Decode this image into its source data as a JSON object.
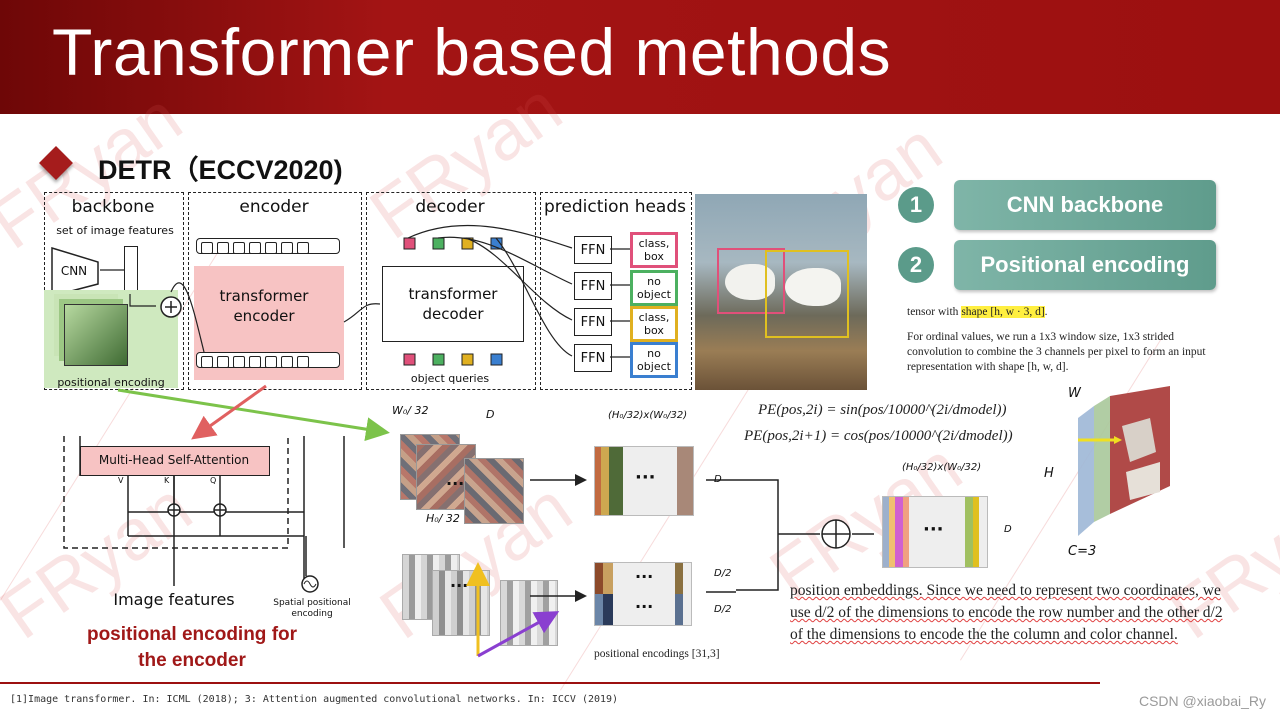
{
  "header": {
    "title": "Transformer based methods"
  },
  "section": {
    "title": "DETR（ECCV2020)"
  },
  "watermark": {
    "text": "FRyan"
  },
  "detr_diagram": {
    "backbone_label": "backbone",
    "encoder_label": "encoder",
    "decoder_label": "decoder",
    "heads_label": "prediction heads",
    "image_features": "set of image features",
    "cnn": "CNN",
    "positional_encoding": "positional encoding",
    "transformer_encoder": "transformer encoder",
    "transformer_decoder": "transformer decoder",
    "object_queries": "object queries",
    "ffn": "FFN",
    "outputs": [
      "class, box",
      "no object",
      "class, box",
      "no object"
    ],
    "query_colors": [
      "#e0507a",
      "#4cb060",
      "#e0b020",
      "#3a7fd0"
    ]
  },
  "pills": [
    {
      "num": "1",
      "label": "CNN  backbone"
    },
    {
      "num": "2",
      "label": "Positional encoding"
    }
  ],
  "paper_text": {
    "line1_pre": "tensor with ",
    "line1_hl": "shape [h, w · 3, d]",
    "line1_post": ".",
    "para": "For ordinal values, we run a 1x3 window size, 1x3 strided convolution to combine the 3 channels per pixel to form an input representation with shape [h, w, d].",
    "pe1": "PE(pos,2i) = sin(pos/10000^(2i/dmodel))",
    "pe2": "PE(pos,2i+1) = cos(pos/10000^(2i/dmodel))",
    "position_para": "position embeddings. Since we need to represent two coordinates, we use d/2 of the dimensions to encode the row number and the other d/2 of the dimensions to encode the the column and color channel."
  },
  "attention_diagram": {
    "mhsa": "Multi-Head  Self-Attention",
    "v": "V",
    "k": "K",
    "q": "Q",
    "image_features": "Image features",
    "spatial": "Spatial  positional encoding"
  },
  "feature_diagram": {
    "w0": "W₀/ 32",
    "d": "D",
    "h0": "H₀/ 32",
    "hw_top": "(H₀/32)x(W₀/32)",
    "hw_right": "(H₀/32)x(W₀/32)",
    "d_half_top": "D/2",
    "d_half_bottom": "D/2",
    "d_right": "D",
    "d_mid": "D",
    "pe_caption": "positional encodings [31,3]",
    "dots": "···",
    "cube_w": "W",
    "cube_h": "H",
    "cube_c": "C=3"
  },
  "caption": {
    "line1": "positional encoding for",
    "line2": "the encoder"
  },
  "footer": {
    "refs": "[1]Image transformer. In: ICML (2018); 3: Attention augmented convolutional networks. In: ICCV (2019)",
    "credit": "CSDN @xiaobai_Ry"
  }
}
